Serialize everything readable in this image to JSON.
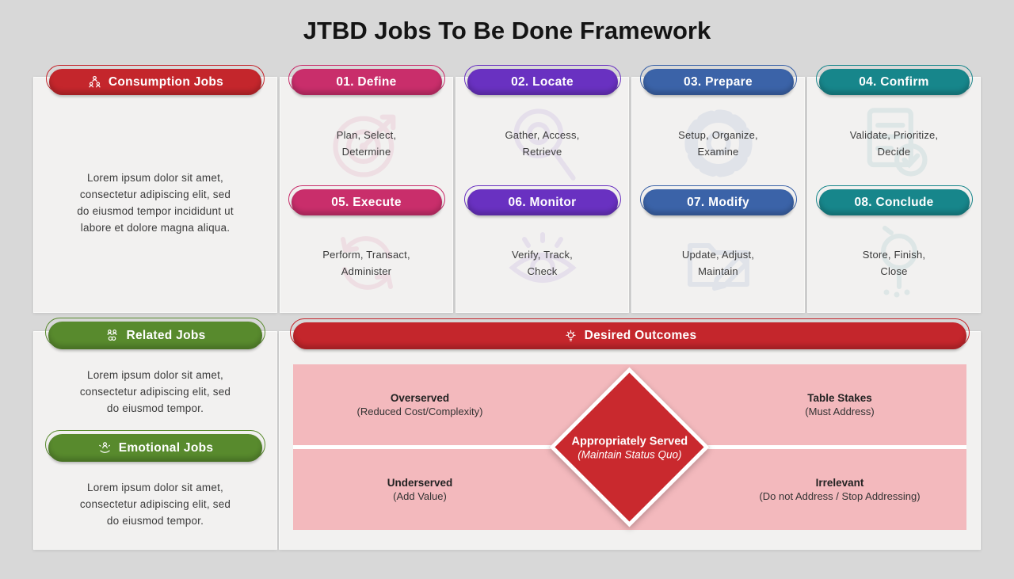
{
  "title": "JTBD Jobs To Be Done Framework",
  "colors": {
    "red": "#c4262c",
    "pink": "#c92e6b",
    "purple": "#6931c1",
    "blue": "#3b63a8",
    "teal": "#17868b",
    "green": "#588a2d",
    "quadrant_bg": "#f3b9bd",
    "diamond_red": "#c9292e"
  },
  "consumption_jobs": {
    "label": "Consumption Jobs",
    "description_lines": [
      "Lorem ipsum dolor sit amet,",
      "consectetur adipiscing elit, sed",
      "do eiusmod tempor incididunt ut",
      "labore et dolore magna aliqua."
    ]
  },
  "steps": [
    {
      "label": "01. Define",
      "detail1": "Plan, Select,",
      "detail2": "Determine",
      "color": "#c92e6b",
      "icon": "target-icon"
    },
    {
      "label": "02. Locate",
      "detail1": "Gather, Access,",
      "detail2": "Retrieve",
      "color": "#6931c1",
      "icon": "magnifier-icon"
    },
    {
      "label": "03. Prepare",
      "detail1": "Setup, Organize,",
      "detail2": "Examine",
      "color": "#3b63a8",
      "icon": "gear-icon"
    },
    {
      "label": "04. Confirm",
      "detail1": "Validate, Prioritize,",
      "detail2": "Decide",
      "color": "#17868b",
      "icon": "checklist-icon"
    },
    {
      "label": "05. Execute",
      "detail1": "Perform, Transact,",
      "detail2": "Administer",
      "color": "#c92e6b",
      "icon": "refresh-icon"
    },
    {
      "label": "06. Monitor",
      "detail1": "Verify, Track,",
      "detail2": "Check",
      "color": "#6931c1",
      "icon": "eye-icon"
    },
    {
      "label": "07. Modify",
      "detail1": "Update, Adjust,",
      "detail2": "Maintain",
      "color": "#3b63a8",
      "icon": "folder-edit-icon"
    },
    {
      "label": "08. Conclude",
      "detail1": "Store, Finish,",
      "detail2": "Close",
      "color": "#17868b",
      "icon": "pin-icon"
    }
  ],
  "related_jobs": {
    "label": "Related Jobs",
    "description_lines": [
      "Lorem ipsum dolor sit amet,",
      "consectetur adipiscing elit, sed",
      "do eiusmod tempor."
    ]
  },
  "emotional_jobs": {
    "label": "Emotional Jobs",
    "description_lines": [
      "Lorem ipsum dolor sit amet,",
      "consectetur adipiscing elit, sed",
      "do eiusmod tempor."
    ]
  },
  "desired_outcomes": {
    "label": "Desired Outcomes",
    "center_title": "Appropriately Served",
    "center_subtitle": "(Maintain Status Quo)",
    "quadrants": [
      {
        "title": "Overserved",
        "subtitle": "(Reduced Cost/Complexity)"
      },
      {
        "title": "Table Stakes",
        "subtitle": "(Must Address)"
      },
      {
        "title": "Underserved",
        "subtitle": "(Add Value)"
      },
      {
        "title": "Irrelevant",
        "subtitle": "(Do not Address / Stop Addressing)"
      }
    ]
  }
}
